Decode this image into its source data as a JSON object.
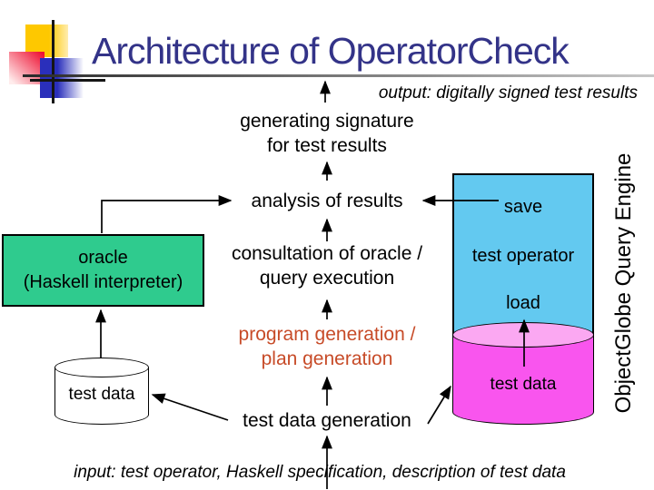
{
  "slide": {
    "title": "Architecture of OperatorCheck",
    "output_caption": "output: digitally signed test results",
    "input_caption": "input: test operator, Haskell specification, description of test data",
    "side_label": "ObjectGlobe Query Engine"
  },
  "nodes": {
    "generating_signature": "generating signature\nfor test results",
    "analysis": "analysis of results",
    "consultation": "consultation of oracle /\nquery execution",
    "program_generation": "program generation /\nplan generation",
    "test_data_generation": "test data generation",
    "oracle_box": "oracle\n(Haskell interpreter)",
    "left_cylinder": "test data",
    "save": "save",
    "test_operator": "test operator",
    "load": "load",
    "right_cylinder": "test data"
  },
  "colors": {
    "title": "#333388",
    "highlight_text": "#c74b28",
    "oracle_box": "#2fcb8e",
    "engine_box": "#63c9f0",
    "data_cylinder_body": "#f955ee",
    "data_cylinder_top": "#fba8f2"
  }
}
